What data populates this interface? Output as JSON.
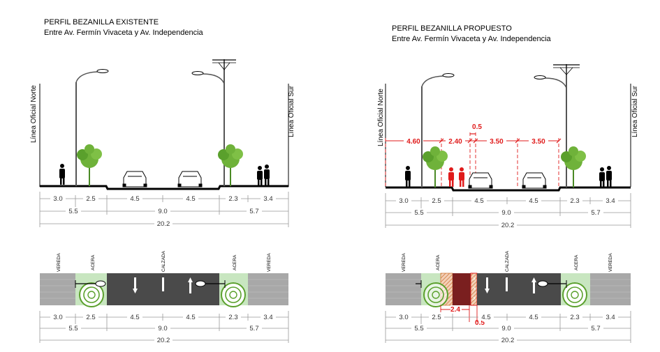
{
  "existing": {
    "title": "PERFIL BEZANILLA EXISTENTE",
    "subtitle": "Entre Av. Fermín Vivaceta y Av. Independencia",
    "left_line": "Línea Oficial Norte",
    "right_line": "Línea Oficial Sur",
    "row1": [
      "3.0",
      "2.5",
      "4.5",
      "4.5",
      "2.3",
      "3.4"
    ],
    "row2": [
      "5.5",
      "9.0",
      "5.7"
    ],
    "row3": "20.2",
    "plan_labels": [
      "VEREDA",
      "ACERA",
      "CALZADA",
      "ACERA",
      "VEREDA"
    ],
    "plan_row1": [
      "3.0",
      "2.5",
      "4.5",
      "4.5",
      "2.3",
      "3.4"
    ],
    "plan_row2": [
      "5.5",
      "9.0",
      "5.7"
    ],
    "plan_row3": "20.2"
  },
  "proposed": {
    "title": "PERFIL BEZANILLA PROPUESTO",
    "subtitle": "Entre Av. Fermín Vivaceta y Av. Independencia",
    "left_line": "Línea Oficial Norte",
    "right_line": "Línea Oficial Sur",
    "red_dims": [
      "4.60",
      "2.40",
      "3.50",
      "3.50"
    ],
    "red_small": "0.5",
    "row1": [
      "3.0",
      "2.5",
      "4.5",
      "4.5",
      "2.3",
      "3.4"
    ],
    "row2": [
      "5.5",
      "9.0",
      "5.7"
    ],
    "row3": "20.2",
    "plan_labels": [
      "VEREDA",
      "ACERA",
      "CALZADA",
      "ACERA",
      "VEREDA"
    ],
    "plan_row1": [
      "3.0",
      "2.5",
      "4.5",
      "4.5",
      "2.3",
      "3.4"
    ],
    "plan_row2": [
      "5.5",
      "9.0",
      "5.7"
    ],
    "plan_row3": "20.2",
    "plan_red_dim": "2.4",
    "plan_red_small": "0.5"
  },
  "colors": {
    "road": "#4a4a4a",
    "sidewalk": "#a8a8a8",
    "green": "#c8e6c0",
    "tree": "#5aa02c",
    "bike": "#7a1f1f",
    "red": "#e01b1b"
  }
}
